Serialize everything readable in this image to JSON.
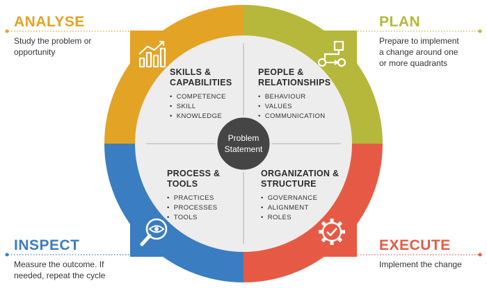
{
  "corners": {
    "analyse": {
      "title": "ANALYSE",
      "desc": "Study the problem or\nopportunity",
      "color": "#E3A325"
    },
    "plan": {
      "title": "PLAN",
      "desc": "Prepare to implement\na change around one\nor more quadrants",
      "color": "#B5B83A"
    },
    "inspect": {
      "title": "INSPECT",
      "desc": "Measure the outcome. If\nneeded, repeat the cycle",
      "color": "#3A7DC0"
    },
    "execute": {
      "title": "EXECUTE",
      "desc": "Implement the change",
      "color": "#E65A45"
    }
  },
  "center": {
    "label": "Problem\nStatement",
    "color": "#454545"
  },
  "quadrants": {
    "skills": {
      "title": "SKILLS &\nCAPABILITIES",
      "items": [
        "COMPETENCE",
        "SKILL",
        "KNOWLEDGE"
      ]
    },
    "people": {
      "title": "PEOPLE &\nRELATIONSHIPS",
      "items": [
        "BEHAVIOUR",
        "VALUES",
        "COMMUNICATION"
      ]
    },
    "process": {
      "title": "PROCESS &\nTOOLS",
      "items": [
        "PRACTICES",
        "PROCESSES",
        "TOOLS"
      ]
    },
    "organization": {
      "title": "ORGANIZATION &\nSTRUCTURE",
      "items": [
        "GOVERNANCE",
        "ALIGNMENT",
        "ROLES"
      ]
    }
  },
  "icons": {
    "analyse": "bar-chart-icon",
    "plan": "flowchart-icon",
    "inspect": "magnifier-eye-icon",
    "execute": "gear-check-icon"
  }
}
